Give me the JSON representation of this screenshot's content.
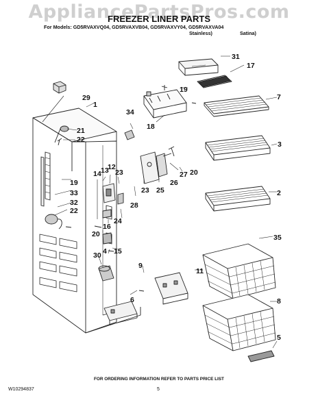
{
  "watermark": "AppliancePartsPros.com",
  "header": {
    "title": "FREEZER LINER PARTS",
    "models_line": "For Models: GD5RVAXVQ04, GD5RVAXVB04, GD5RVAXVY04, GD5RVAXVA04",
    "variant_stainless": "Stainless)",
    "variant_satina": "Satina)"
  },
  "callouts": [
    "31",
    "17",
    "29",
    "19",
    "7",
    "1",
    "34",
    "21",
    "22",
    "18",
    "3",
    "14",
    "13",
    "12",
    "23",
    "27",
    "20",
    "19",
    "26",
    "33",
    "25",
    "23",
    "32",
    "22",
    "28",
    "2",
    "24",
    "16",
    "20",
    "15",
    "4",
    "30",
    "35",
    "9",
    "11",
    "6",
    "8",
    "5"
  ],
  "footer": {
    "ordering_note": "FOR ORDERING INFORMATION REFER TO PARTS PRICE LIST",
    "doc_number": "W10294837",
    "page_number": "5"
  }
}
